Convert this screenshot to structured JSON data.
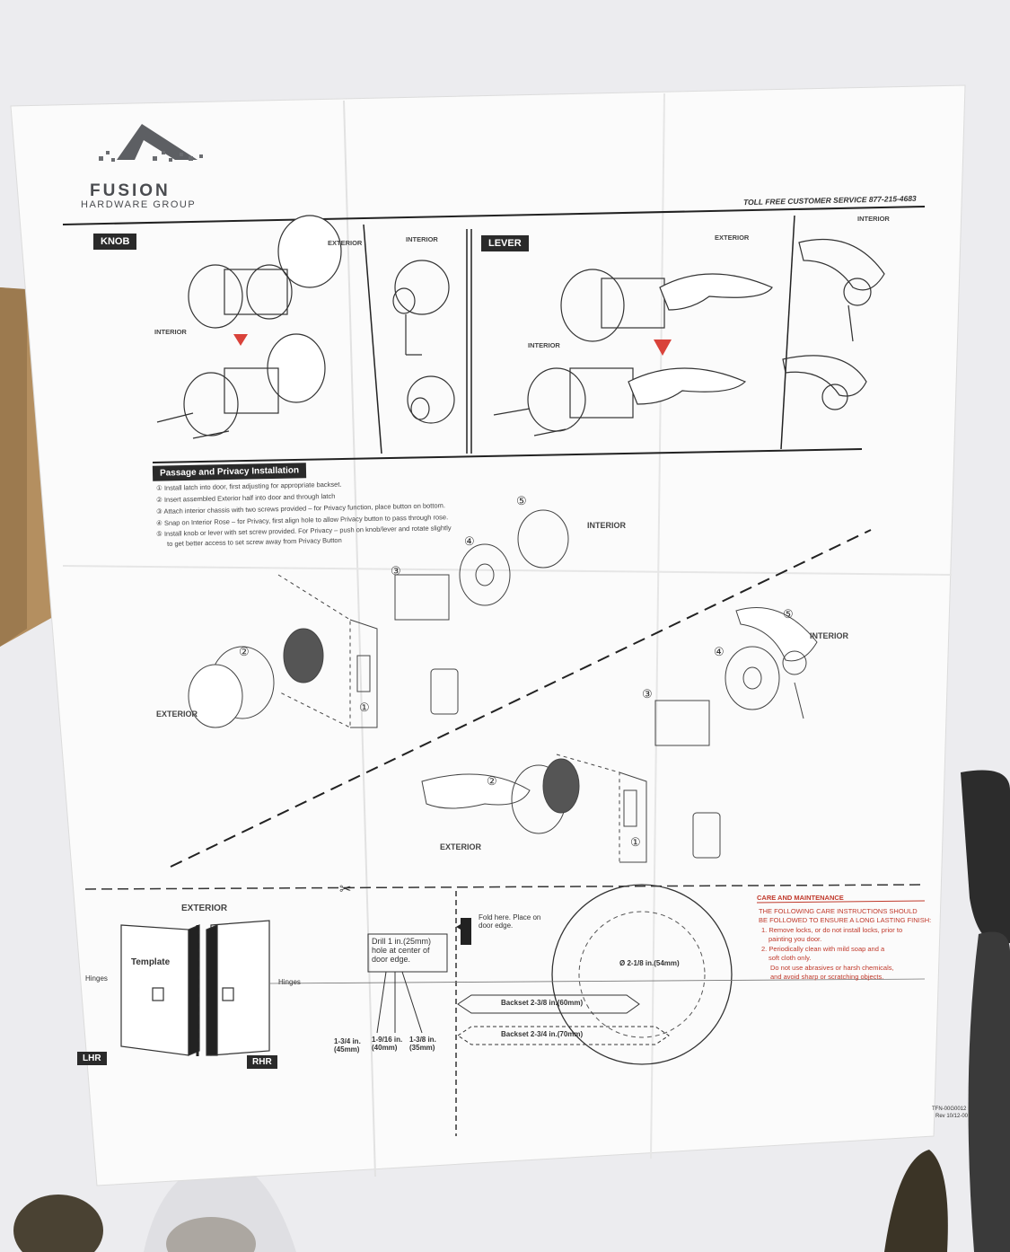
{
  "brand": {
    "name": "FUSION",
    "sub": "HARDWARE GROUP"
  },
  "service": "TOLL FREE CUSTOMER SERVICE 877-215-4683",
  "sections": {
    "knob": "KNOB",
    "lever": "LEVER",
    "exterior": "EXTERIOR",
    "interior": "INTERIOR"
  },
  "install": {
    "title": "Passage and Privacy Installation",
    "steps": [
      "① Install latch into door, first adjusting for appropriate backset.",
      "② Insert assembled Exterior half into door and through latch",
      "③ Attach interior chassis with two screws provided – for Privacy function, place button on bottom.",
      "④ Snap on Interior Rose – for Privacy, first align hole to allow Privacy button to pass through rose.",
      "⑤ Install knob or lever with set screw provided. For Privacy – push on knob/lever and rotate slightly",
      "to get better access to set screw away from Privacy Button"
    ]
  },
  "callouts": [
    "①",
    "②",
    "③",
    "④",
    "⑤"
  ],
  "template": {
    "exterior": "EXTERIOR",
    "template": "Template",
    "hinges": "Hinges",
    "lhr": "LHR",
    "rhr": "RHR",
    "fold": "Fold here. Place on door edge.",
    "drill": "Drill 1 in.(25mm) hole at center of door edge.",
    "thick1": "1-3/4 in. (45mm)",
    "thick2": "1-9/16 in. (40mm)",
    "thick3": "1-3/8 in. (35mm)",
    "diameter": "Ø 2-1/8 in.(54mm)",
    "backset1": "Backset 2-3/8 in.(60mm)",
    "backset2": "Backset 2-3/4 in.(70mm)"
  },
  "care": {
    "title": "CARE AND MAINTENANCE",
    "lines": [
      "THE FOLLOWING CARE INSTRUCTIONS SHOULD",
      "BE FOLLOWED TO ENSURE A LONG LASTING FINISH:",
      "1. Remove locks, or do not install locks, prior to",
      "painting you door.",
      "2. Periodically clean with mild soap and a",
      "soft cloth only.",
      "Do not use abrasives or harsh chemicals,",
      "and avoid sharp or scratching objects."
    ]
  },
  "part_no": "TFN-00G0012",
  "rev": "Rev 10/12-00",
  "colors": {
    "paper": "#fbfbfb",
    "ink": "#2a2a2a",
    "accent_red": "#c0392b",
    "box": "#b08a5c",
    "metal": "#3b3426"
  }
}
